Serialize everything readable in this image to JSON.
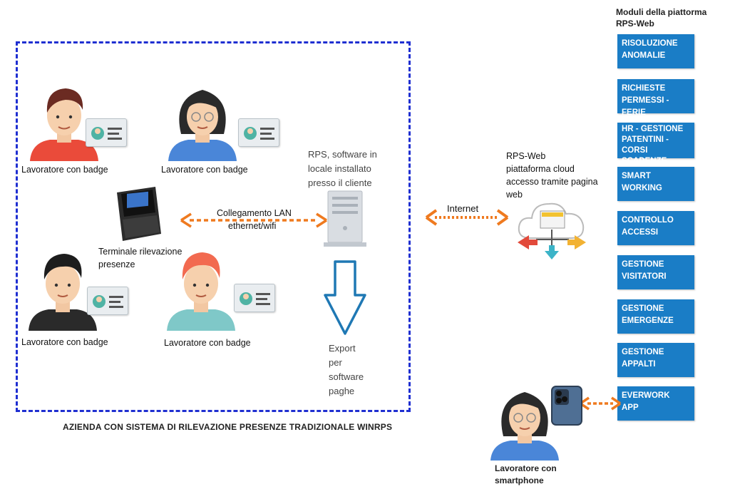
{
  "company": {
    "caption": "AZIENDA CON SISTEMA DI RILEVAZIONE PRESENZE TRADIZIONALE WINRPS",
    "workers": [
      {
        "label": "Lavoratore con badge"
      },
      {
        "label": "Lavoratore con badge"
      },
      {
        "label": "Lavoratore con badge"
      },
      {
        "label": "Lavoratore con badge"
      }
    ],
    "terminal_label": "Terminale rilevazione presenze",
    "lan_label_line1": "Collegamento LAN",
    "lan_label_line2": "ethernet/wifi",
    "server_label_line1": "RPS, software in",
    "server_label_line2": "locale installato",
    "server_label_line3": "presso il cliente",
    "export_line1": "Export",
    "export_line2": "per",
    "export_line3": "software",
    "export_line4": "paghe"
  },
  "internet_label": "Internet",
  "cloud": {
    "line1": "RPS-Web",
    "line2": "piattaforma cloud",
    "line3": "accesso tramite pagina",
    "line4": "web"
  },
  "modules": {
    "title_line1": "Moduli della piattorma",
    "title_line2": "RPS-Web",
    "items": [
      {
        "line1": "RISOLUZIONE",
        "line2": "ANOMALIE",
        "line3": ""
      },
      {
        "line1": "RICHIESTE",
        "line2": "PERMESSI - FERIE",
        "line3": ""
      },
      {
        "line1": "HR - GESTIONE",
        "line2": "PATENTINI - CORSI",
        "line3": "SCADENZE"
      },
      {
        "line1": "SMART",
        "line2": "WORKING",
        "line3": ""
      },
      {
        "line1": "CONTROLLO",
        "line2": "ACCESSI",
        "line3": ""
      },
      {
        "line1": "GESTIONE",
        "line2": "VISITATORI",
        "line3": ""
      },
      {
        "line1": "GESTIONE",
        "line2": "EMERGENZE",
        "line3": ""
      },
      {
        "line1": "GESTIONE",
        "line2": "APPALTI",
        "line3": ""
      },
      {
        "line1": "EVERWORK",
        "line2": "APP",
        "line3": ""
      }
    ]
  },
  "smartphone_worker": {
    "line1": "Lavoratore con",
    "line2": "smartphone"
  },
  "colors": {
    "box_border": "#1f2fd1",
    "arrow": "#ef7a1f",
    "module_bg": "#1a7dc6",
    "export_arrow": "#1f78b4"
  }
}
